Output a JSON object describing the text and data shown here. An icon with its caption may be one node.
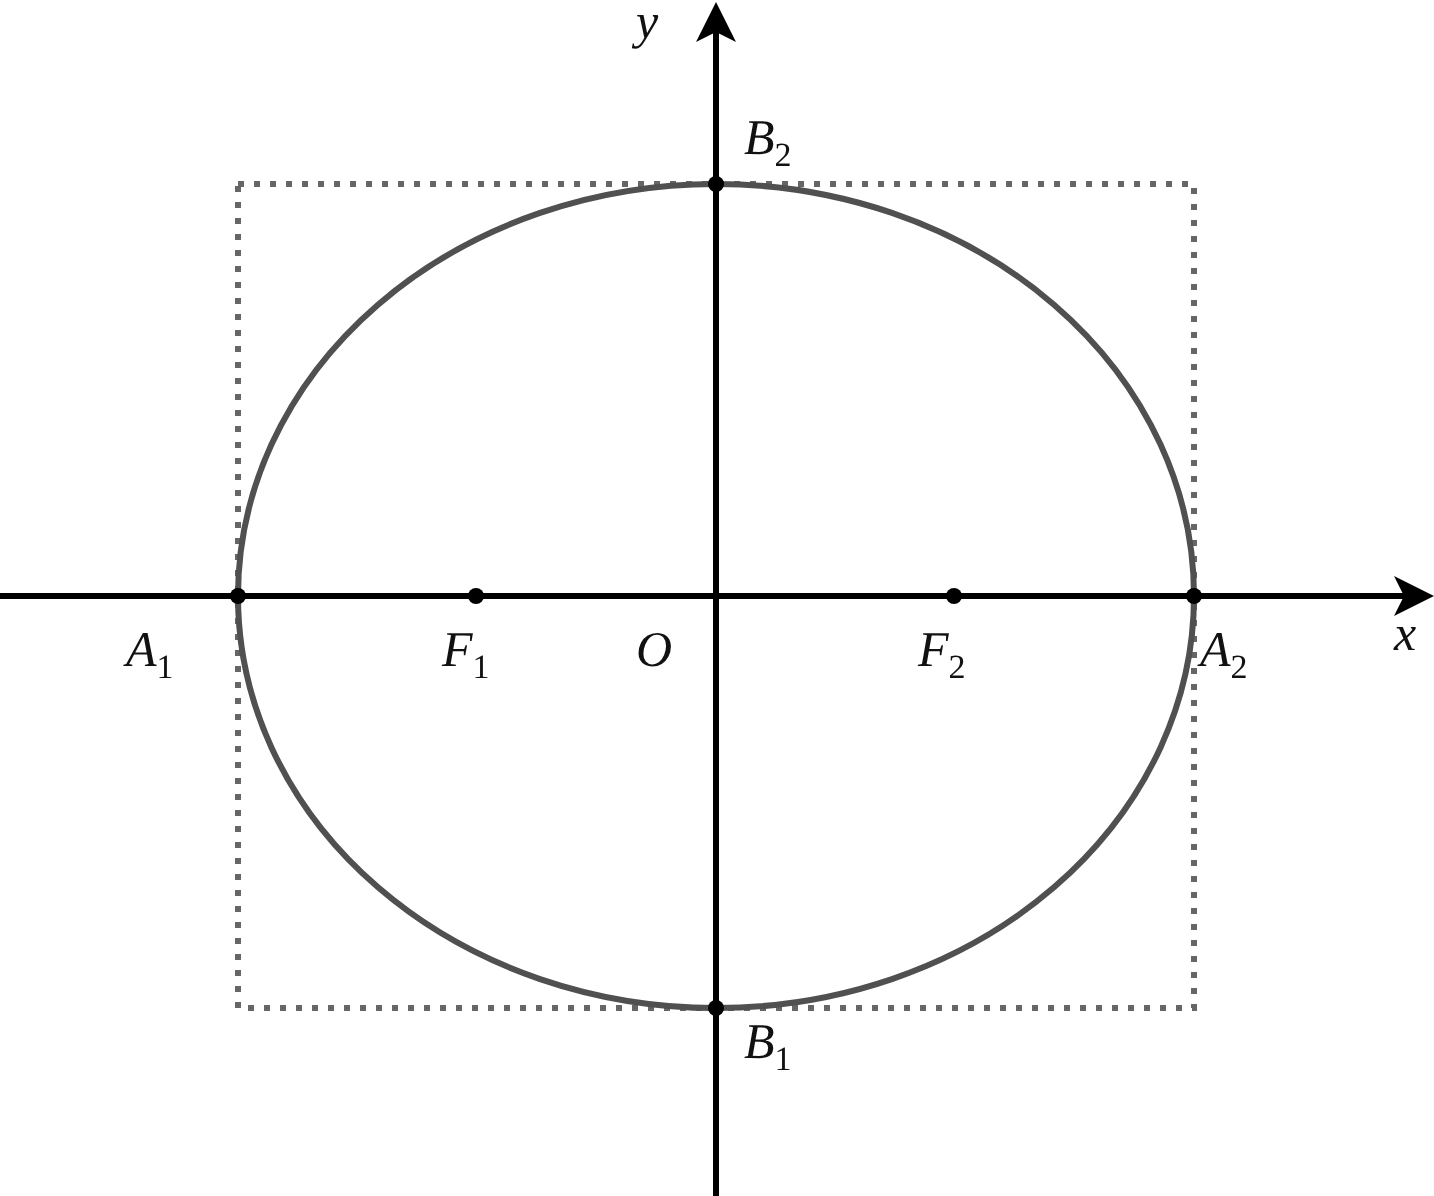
{
  "diagram": {
    "labels": [
      "y",
      "B$_{2}$",
      "A$_{1}$",
      "F$_{1}$",
      "O",
      "F$_{2}$",
      "A$_{2}$",
      "x",
      "B$_{1}$"
    ]
  }
}
